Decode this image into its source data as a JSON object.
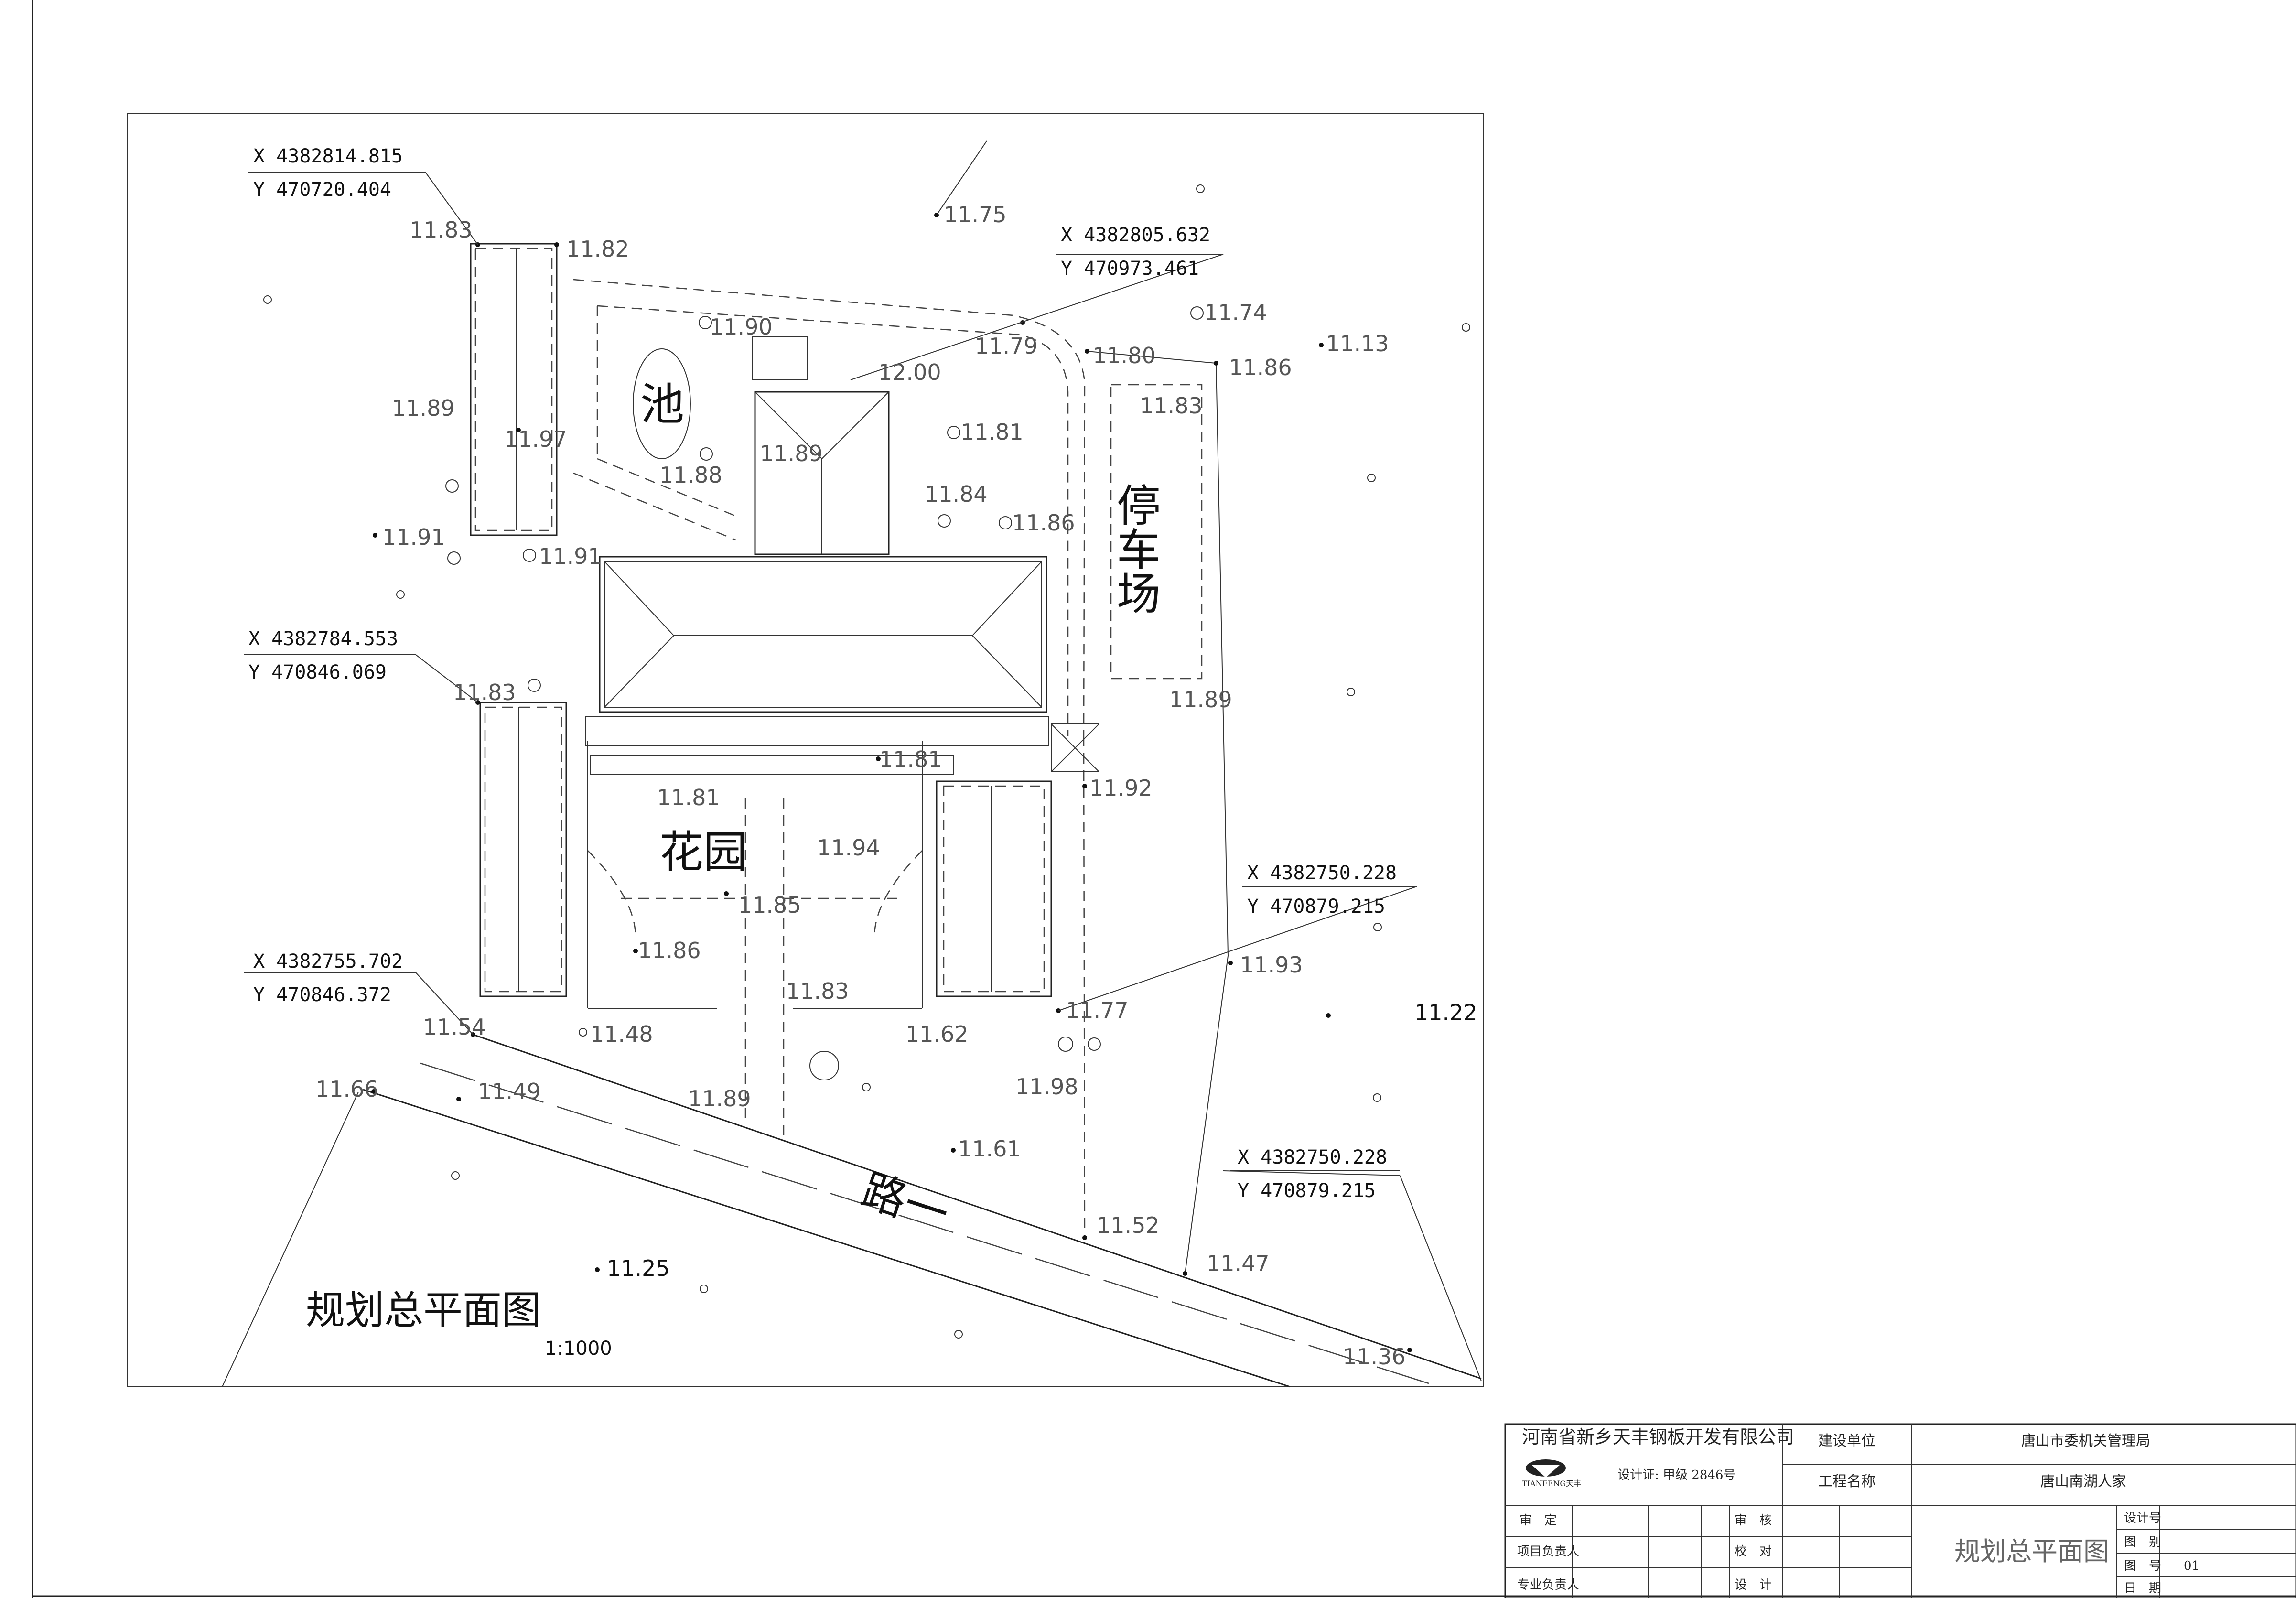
{
  "title": "规划总平面图",
  "scale": "1:1000",
  "areas": {
    "pond": "池",
    "parking": "停车场",
    "garden": "花园",
    "road": "路一"
  },
  "coordinates": [
    {
      "x": "X 4382814.815",
      "y": "Y 470720.404"
    },
    {
      "x": "X 4382805.632",
      "y": "Y 470973.461"
    },
    {
      "x": "X 4382784.553",
      "y": "Y 470846.069"
    },
    {
      "x": "X 4382755.702",
      "y": "Y 470846.372"
    },
    {
      "x": "X 4382750.228",
      "y": "Y 470879.215"
    },
    {
      "x": "X 4382750.228",
      "y": "Y 470879.215"
    }
  ],
  "elevations": [
    "11.75",
    "11.83",
    "11.82",
    "11.90",
    "11.79",
    "11.80",
    "11.86",
    "11.74",
    "11.13",
    "11.89",
    "11.97",
    "11.88",
    "12.00",
    "11.83",
    "11.81",
    "11.89",
    "11.84",
    "11.86",
    "11.91",
    "11.91",
    "11.83",
    "11.81",
    "11.81",
    "11.89",
    "11.92",
    "11.94",
    "11.85",
    "11.86",
    "11.93",
    "11.22",
    "11.83",
    "11.77",
    "11.54",
    "11.48",
    "11.62",
    "11.49",
    "11.89",
    "11.98",
    "11.66",
    "11.61",
    "11.52",
    "11.47",
    "11.25",
    "11.36"
  ],
  "title_block": {
    "company": "河南省新乡天丰钢板开发有限公司",
    "logo_text": "TIANFENG天丰",
    "license": "设计证: 甲级 2846号",
    "client_label": "建设单位",
    "client_value": "唐山市委机关管理局",
    "project_label": "工程名称",
    "project_value": "唐山南湖人家",
    "drawing_name": "规划总平面图",
    "left_rows": [
      "审　定",
      "项目负责人",
      "专业负责人"
    ],
    "mid_rows": [
      "审　核",
      "校　对",
      "设　计"
    ],
    "right_labels": [
      "设计号",
      "图　别",
      "图　号",
      "日　期"
    ],
    "drawing_no": "01"
  }
}
